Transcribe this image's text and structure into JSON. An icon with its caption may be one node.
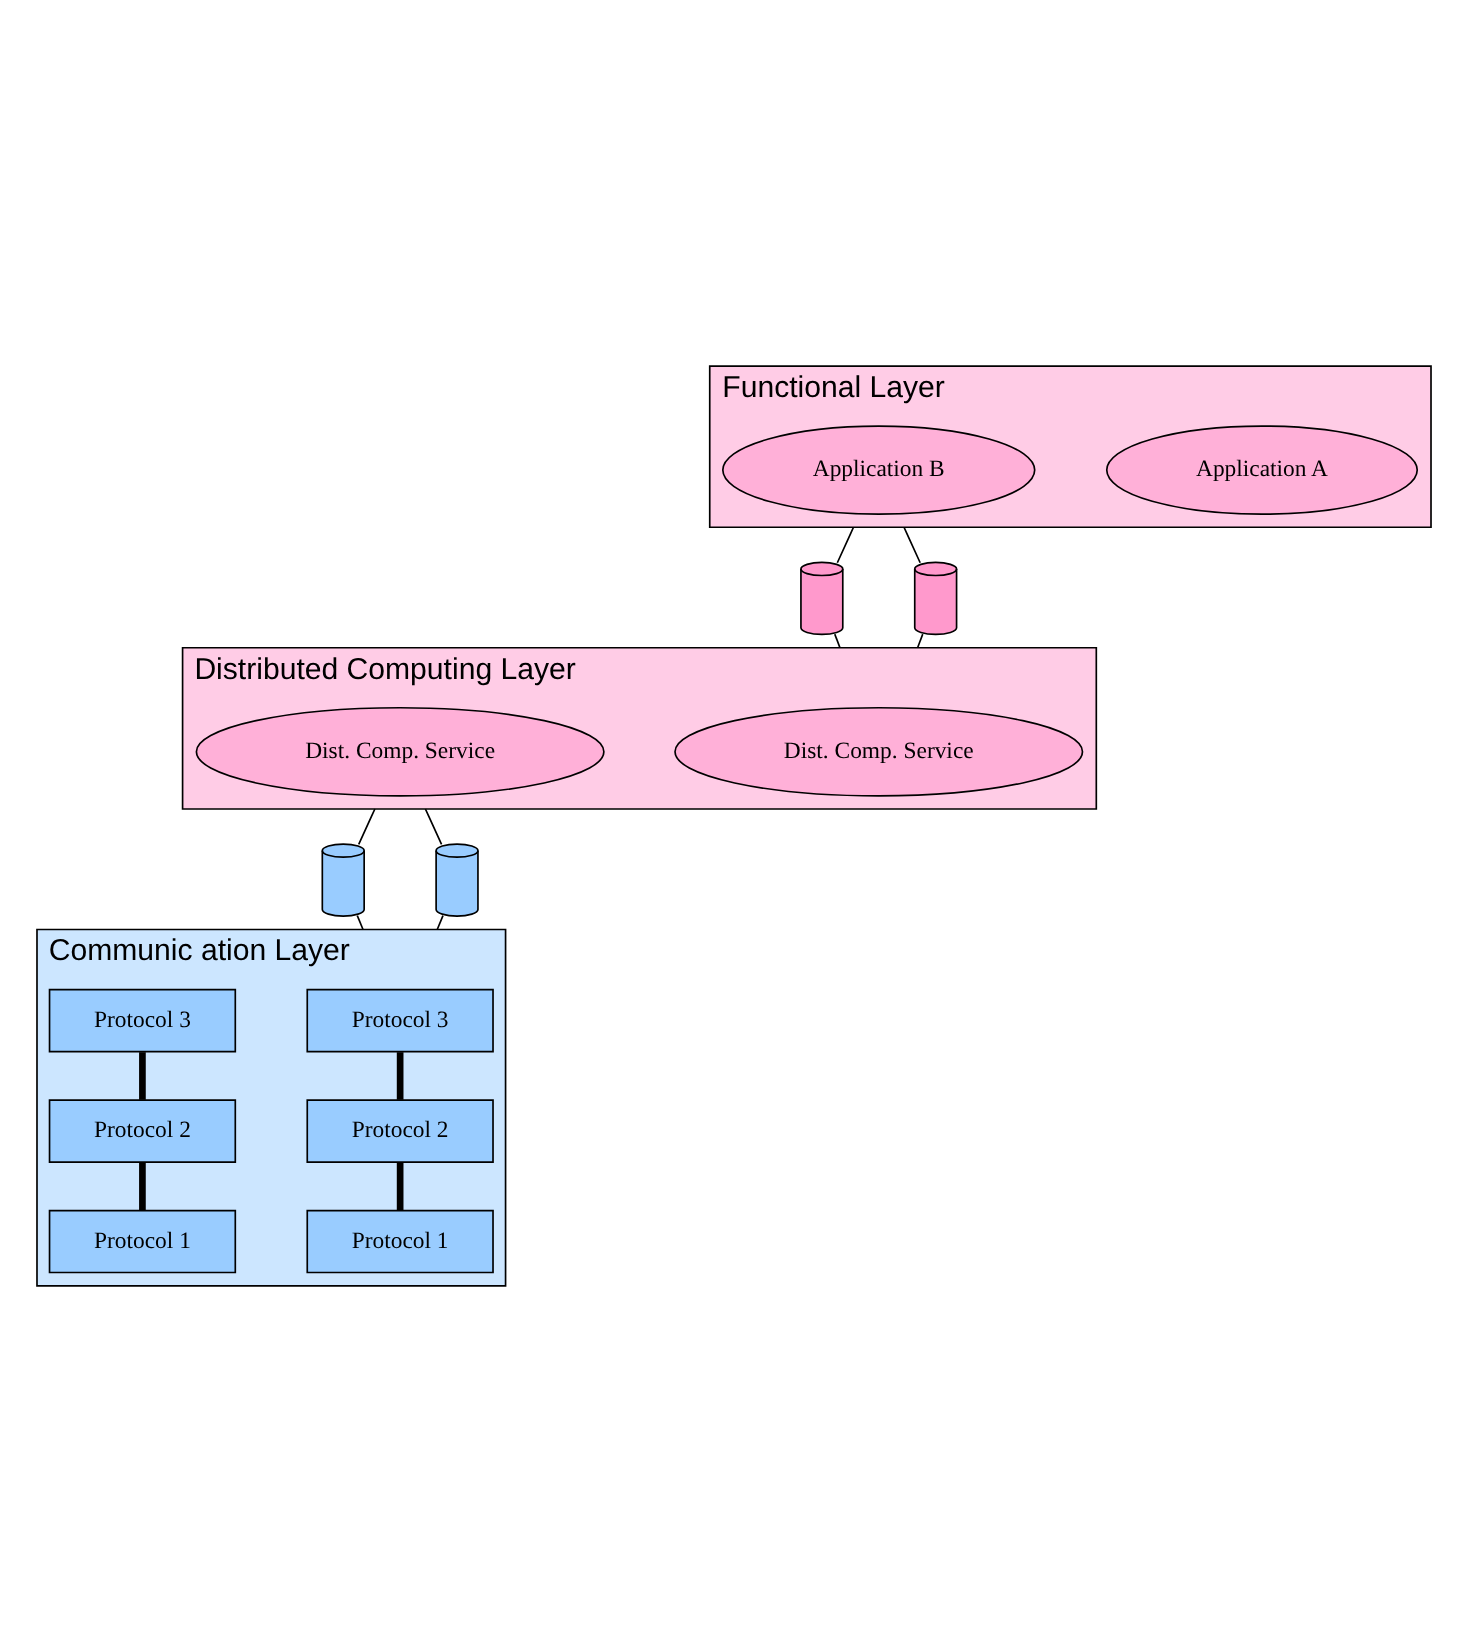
{
  "diagram": {
    "nodes": [
      {
        "text": [
          "Functional Layer"
        ]
      },
      {
        "text": [
          "Application A"
        ],
        "in": 0
      },
      {
        "text": [
          "Application B"
        ],
        "in": 0
      },
      {
        "text": [],
        "shape": "cylinder"
      },
      {
        "text": [],
        "shape": "cylinder"
      },
      {
        "text": [
          "Distributed Computing Layer"
        ]
      },
      {
        "text": [
          "Dist. Comp. Service"
        ],
        "in": 5
      },
      {
        "text": [
          "Dist. Comp. Service"
        ],
        "in": 5
      },
      {
        "text": [],
        "shape": "cylinder"
      },
      {
        "text": [],
        "shape": "cylinder"
      },
      {
        "text": [
          "Communic ation Layer"
        ]
      },
      {
        "text": [
          "Protocol 3"
        ],
        "in": 10
      },
      {
        "text": [
          "Protocol 2"
        ],
        "in": 10
      },
      {
        "text": [
          "Protocol 1"
        ],
        "in": 10
      },
      {
        "text": [
          "Protocol 3"
        ],
        "in": 10
      },
      {
        "text": [
          "Protocol 2"
        ],
        "in": 10
      },
      {
        "text": [
          "Protocol 1"
        ],
        "in": 10
      }
    ],
    "edges": [
      {
        "from": 0,
        "to": 3,
        "arrow": "none"
      },
      {
        "from": 3,
        "to": 5,
        "arrow": "none"
      },
      {
        "from": 0,
        "to": 4,
        "arrow": "none"
      },
      {
        "from": 4,
        "to": 5,
        "arrow": "none"
      },
      {
        "from": 5,
        "to": 8,
        "arrow": "none"
      },
      {
        "from": 8,
        "to": 10,
        "arrow": "none"
      },
      {
        "from": 5,
        "to": 9,
        "arrow": "none"
      },
      {
        "from": 9,
        "to": 10,
        "arrow": "none"
      },
      {
        "from": 11,
        "to": 12,
        "arrow": "none",
        "style": "thick"
      },
      {
        "from": 12,
        "to": 13,
        "arrow": "none",
        "style": "thick"
      },
      {
        "from": 14,
        "to": 15,
        "arrow": "none",
        "style": "thick"
      },
      {
        "from": 15,
        "to": 16,
        "arrow": "none",
        "style": "thick"
      }
    ]
  }
}
